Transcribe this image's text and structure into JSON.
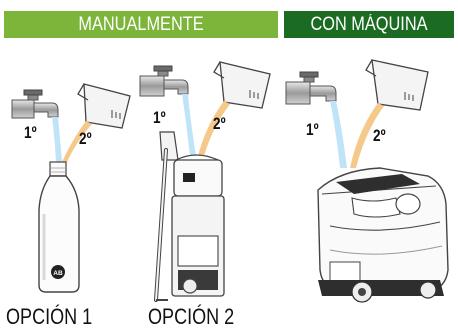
{
  "headers": {
    "manual": {
      "label": "MANUALMENTE",
      "color": "#7db43a"
    },
    "machine": {
      "label": "CON MÁQUINA",
      "color": "#1c6b23"
    }
  },
  "steps": [
    {
      "first": "1º",
      "second": "2º"
    },
    {
      "first": "1º",
      "second": "2º"
    },
    {
      "first": "1º",
      "second": "2º"
    }
  ],
  "bottle_logo": "AB",
  "options": [
    {
      "label": "OPCIÓN 1"
    },
    {
      "label": "OPCIÓN 2"
    }
  ],
  "colors": {
    "water": "#bfe3f7",
    "product": "#f5c98a",
    "line": "#333333"
  },
  "icons": [
    "faucet-icon",
    "measuring-jug-icon",
    "spray-bottle",
    "pressure-sprayer",
    "floor-scrubber-machine"
  ]
}
